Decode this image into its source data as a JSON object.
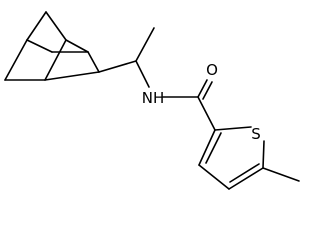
{
  "molecule": {
    "atom_labels": {
      "oxygen": "O",
      "amide_nitrogen": "NH",
      "sulfur": "S"
    },
    "colors": {
      "bond": "#000000",
      "text": "#000000",
      "background": "#ffffff"
    }
  }
}
